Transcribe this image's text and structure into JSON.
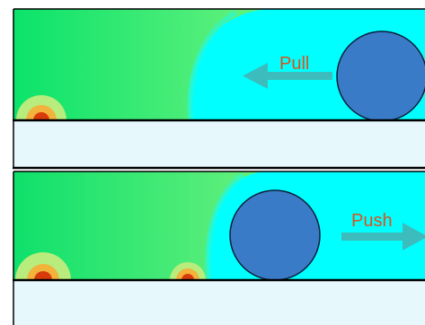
{
  "diagram": {
    "top_panel": {
      "arrow_label": "Pull",
      "arrow_direction": "left"
    },
    "bottom_panel": {
      "arrow_label": "Push",
      "arrow_direction": "right"
    }
  },
  "colors": {
    "field_near": "#22e07a",
    "field_far": "#00ffff",
    "substrate": "#e6f8fc",
    "ball_fill": "#3a7bc8",
    "ball_stroke": "#0b1e3a",
    "arrow": "#3cbcbc",
    "label_text": "#d9531e",
    "source_core": "#d93a0c",
    "source_ring": "#f2a13a",
    "source_halo": "#b8ec7c",
    "frame": "#000000"
  }
}
